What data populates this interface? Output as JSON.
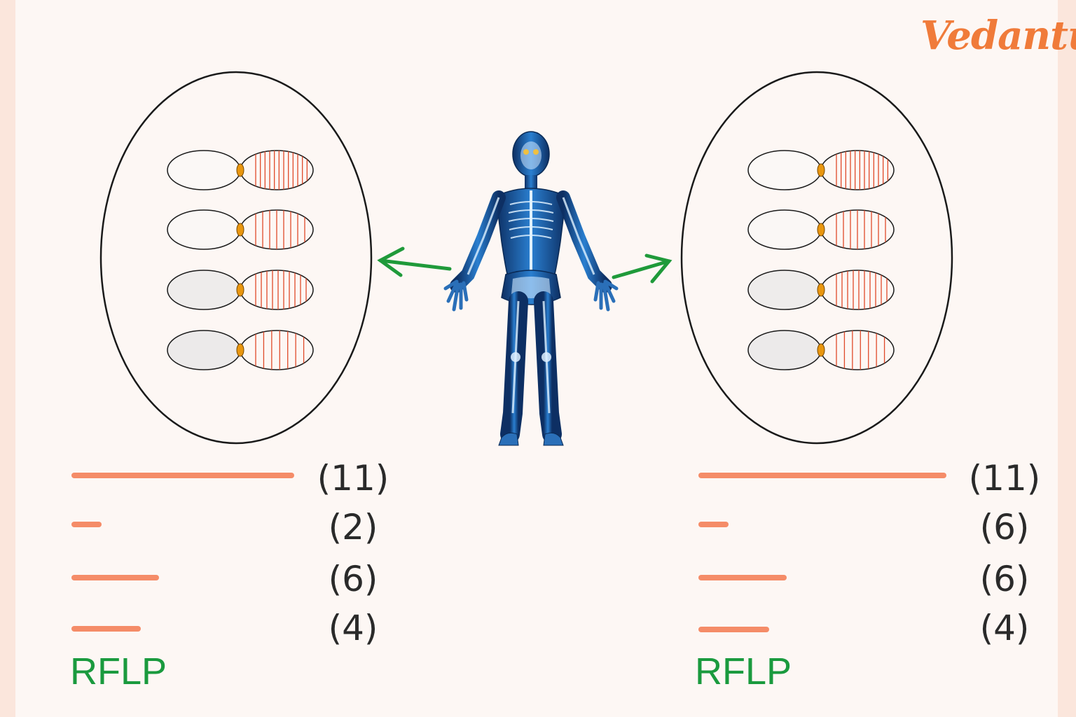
{
  "logo": {
    "text": "Vedantu"
  },
  "colors": {
    "band": "#f58c68",
    "stripe": "#e04a2a",
    "arrow": "#1f9a3a",
    "rflp": "#1a9a3e",
    "centromere": "#e8960f",
    "body": "#1e5fa8"
  },
  "left_profile": {
    "bands": [
      {
        "fragment_size": 11,
        "label": "(11)"
      },
      {
        "fragment_size": 2,
        "label": "(2)"
      },
      {
        "fragment_size": 6,
        "label": "(6)"
      },
      {
        "fragment_size": 4,
        "label": "(4)"
      }
    ],
    "caption": "RFLP"
  },
  "right_profile": {
    "bands": [
      {
        "fragment_size": 11,
        "label": "(11)"
      },
      {
        "fragment_size": 6,
        "label": "(6)"
      },
      {
        "fragment_size": 6,
        "label": "(6)"
      },
      {
        "fragment_size": 4,
        "label": "(4)"
      }
    ],
    "caption": "RFLP"
  },
  "icons": {
    "center_figure": "human-skeleton-icon",
    "arrows": "arrow-icon"
  }
}
